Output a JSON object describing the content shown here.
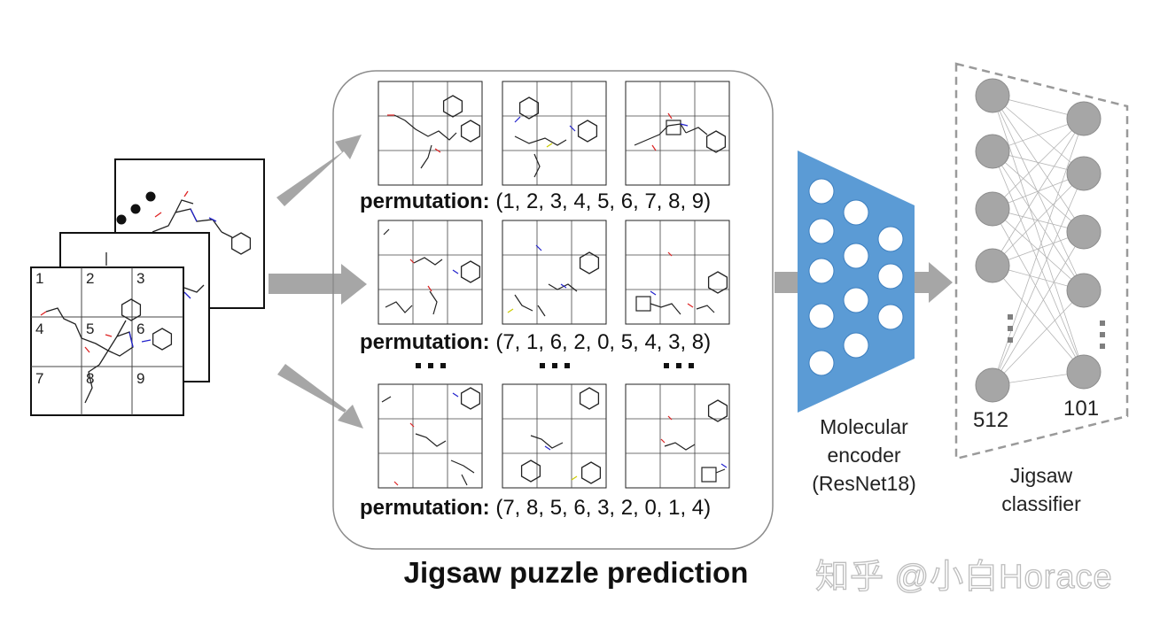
{
  "input_stack": {
    "cell_numbers": [
      "1",
      "2",
      "3",
      "4",
      "5",
      "6",
      "7",
      "8",
      "9"
    ]
  },
  "permutations": [
    {
      "keyword": "permutation:",
      "sequence": "(1, 2, 3, 4, 5, 6, 7, 8, 9)"
    },
    {
      "keyword": "permutation:",
      "sequence": "(7, 1, 6, 2, 0, 5, 4, 3, 8)"
    },
    {
      "keyword": "permutation:",
      "sequence": "(7, 8, 5, 6, 3, 2, 0, 1, 4)"
    }
  ],
  "encoder": {
    "label_line1": "Molecular",
    "label_line2": "encoder",
    "label_line3": "(ResNet18)",
    "color": "#5b9bd5"
  },
  "classifier": {
    "input_size": "512",
    "output_size": "101",
    "label_line1": "Jigsaw",
    "label_line2": "classifier"
  },
  "title": "Jigsaw puzzle prediction",
  "watermark": "知乎 @小白Horace",
  "colors": {
    "arrow": "#a6a6a6",
    "node": "#a6a6a6",
    "node_stroke": "#8c8c8c",
    "encoder_blue": "#5b9bd5"
  }
}
